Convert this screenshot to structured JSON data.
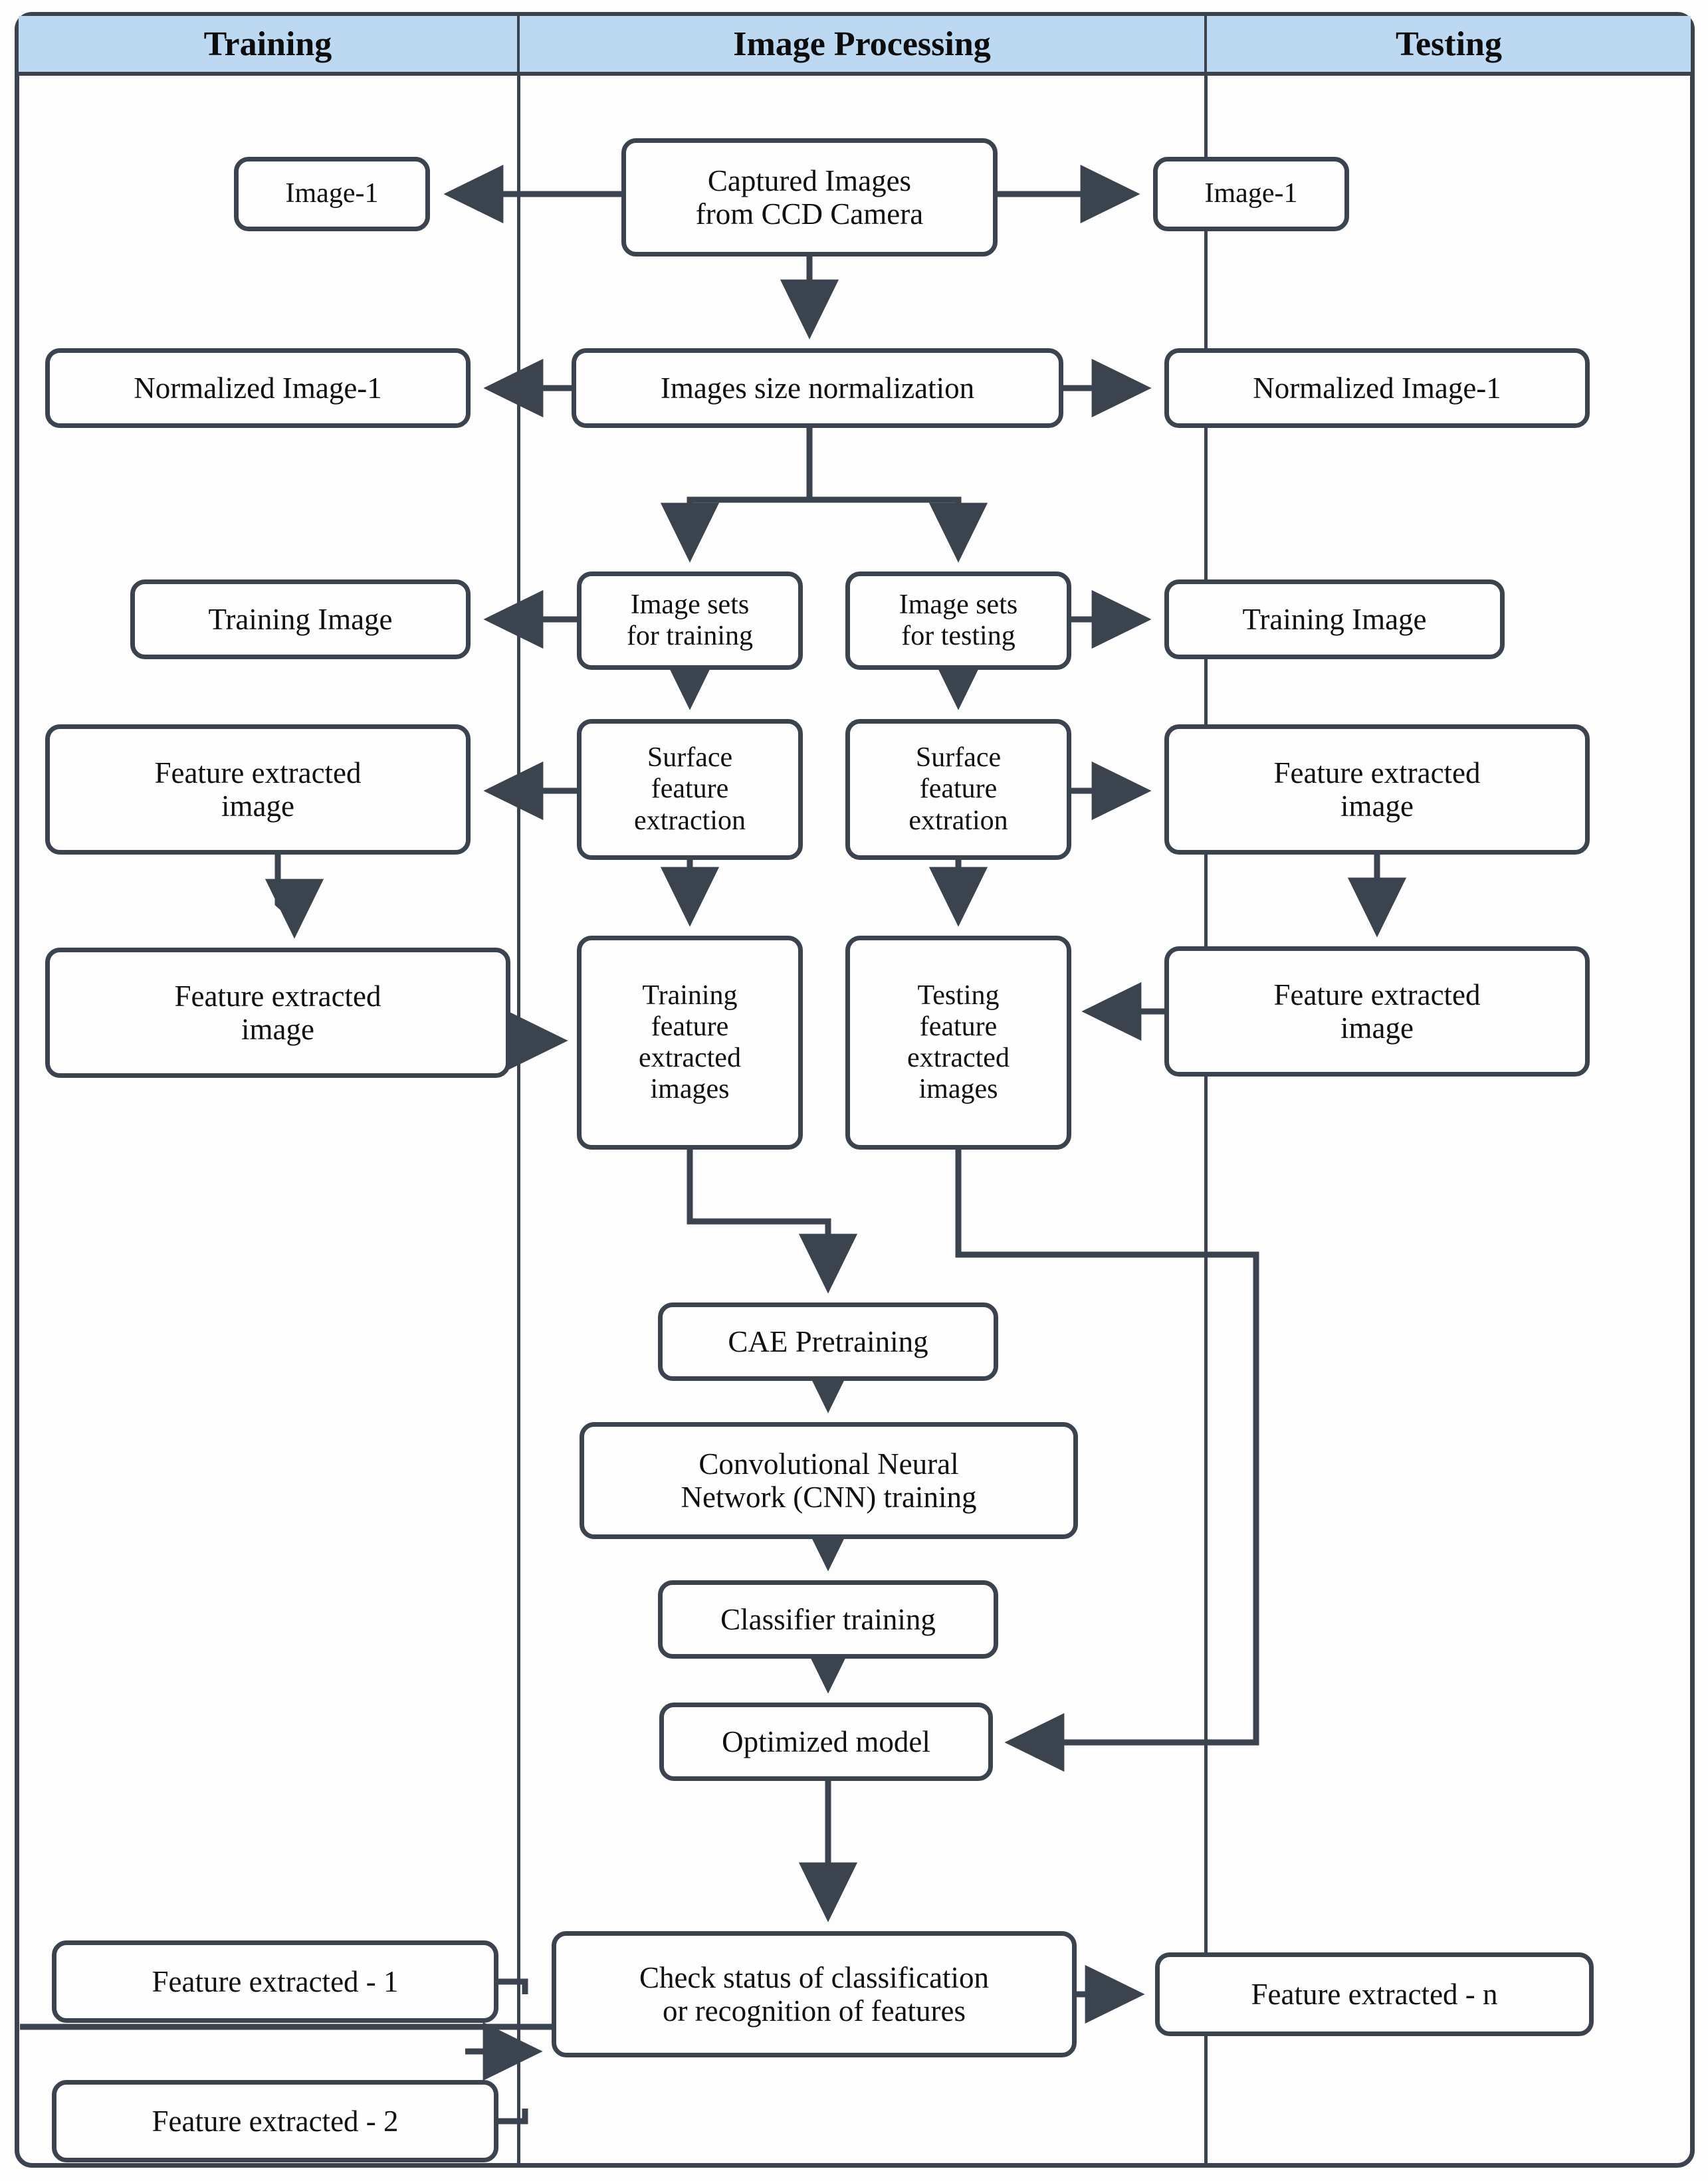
{
  "diagram": {
    "title_bar": {
      "lanes": [
        {
          "id": "training",
          "label": "Training"
        },
        {
          "id": "image_processing",
          "label": "Image Processing"
        },
        {
          "id": "testing",
          "label": "Testing"
        }
      ],
      "background_color": "#bdd9f2",
      "border_color": "#3b444e"
    },
    "nodes": [
      {
        "id": "n_train_image1",
        "lane": "training",
        "label": "Image-1"
      },
      {
        "id": "n_captured",
        "lane": "image_processing",
        "label": "Captured Images\nfrom CCD Camera"
      },
      {
        "id": "n_test_image1",
        "lane": "testing",
        "label": "Image-1"
      },
      {
        "id": "n_train_norm",
        "lane": "training",
        "label": "Normalized Image-1"
      },
      {
        "id": "n_size_norm",
        "lane": "image_processing",
        "label": "Images size normalization"
      },
      {
        "id": "n_test_norm",
        "lane": "testing",
        "label": "Normalized Image-1"
      },
      {
        "id": "n_train_trimg",
        "lane": "training",
        "label": "Training Image"
      },
      {
        "id": "n_sets_training",
        "lane": "image_processing",
        "label": "Image sets\nfor training"
      },
      {
        "id": "n_sets_testing",
        "lane": "image_processing",
        "label": "Image sets\nfor testing"
      },
      {
        "id": "n_test_trimg",
        "lane": "testing",
        "label": "Training Image"
      },
      {
        "id": "n_train_feat1",
        "lane": "training",
        "label": "Feature extracted\nimage"
      },
      {
        "id": "n_surf_extraction",
        "lane": "image_processing",
        "label": "Surface\nfeature\nextraction"
      },
      {
        "id": "n_surf_extration",
        "lane": "image_processing",
        "label": "Surface\nfeature\nextration"
      },
      {
        "id": "n_test_feat1",
        "lane": "testing",
        "label": "Feature extracted\nimage"
      },
      {
        "id": "n_train_feat2",
        "lane": "training",
        "label": "Feature extracted\nimage"
      },
      {
        "id": "n_train_feat_imgs",
        "lane": "image_processing",
        "label": "Training\nfeature\nextracted\nimages"
      },
      {
        "id": "n_test_feat_imgs",
        "lane": "image_processing",
        "label": "Testing\nfeature\nextracted\nimages"
      },
      {
        "id": "n_test_feat2",
        "lane": "testing",
        "label": "Feature extracted\nimage"
      },
      {
        "id": "n_cae",
        "lane": "image_processing",
        "label": "CAE Pretraining"
      },
      {
        "id": "n_cnn",
        "lane": "image_processing",
        "label": "Convolutional Neural\nNetwork (CNN) training"
      },
      {
        "id": "n_classifier",
        "lane": "image_processing",
        "label": "Classifier training"
      },
      {
        "id": "n_optimized",
        "lane": "image_processing",
        "label": "Optimized model"
      },
      {
        "id": "n_feat_ext_1",
        "lane": "training",
        "label": "Feature extracted - 1"
      },
      {
        "id": "n_feat_ext_2",
        "lane": "training",
        "label": "Feature extracted - 2"
      },
      {
        "id": "n_check_status",
        "lane": "image_processing",
        "label": "Check status of classification\nor recognition of features"
      },
      {
        "id": "n_feat_ext_n",
        "lane": "testing",
        "label": "Feature extracted - n"
      }
    ],
    "edges": [
      {
        "from": "n_captured",
        "to": "n_train_image1",
        "type": "arrow-left"
      },
      {
        "from": "n_captured",
        "to": "n_test_image1",
        "type": "arrow-right"
      },
      {
        "from": "n_captured",
        "to": "n_size_norm",
        "type": "arrow-down"
      },
      {
        "from": "n_size_norm",
        "to": "n_train_norm",
        "type": "arrow-left"
      },
      {
        "from": "n_size_norm",
        "to": "n_test_norm",
        "type": "arrow-right"
      },
      {
        "from": "n_size_norm",
        "to": "n_sets_training",
        "type": "split-down"
      },
      {
        "from": "n_size_norm",
        "to": "n_sets_testing",
        "type": "split-down"
      },
      {
        "from": "n_sets_training",
        "to": "n_train_trimg",
        "type": "arrow-left"
      },
      {
        "from": "n_sets_testing",
        "to": "n_test_trimg",
        "type": "arrow-right"
      },
      {
        "from": "n_sets_training",
        "to": "n_surf_extraction",
        "type": "arrow-down"
      },
      {
        "from": "n_sets_testing",
        "to": "n_surf_extration",
        "type": "arrow-down"
      },
      {
        "from": "n_surf_extraction",
        "to": "n_train_feat1",
        "type": "arrow-left"
      },
      {
        "from": "n_surf_extration",
        "to": "n_test_feat1",
        "type": "arrow-right"
      },
      {
        "from": "n_surf_extraction",
        "to": "n_train_feat_imgs",
        "type": "arrow-down"
      },
      {
        "from": "n_surf_extration",
        "to": "n_test_feat_imgs",
        "type": "arrow-down"
      },
      {
        "from": "n_train_feat1",
        "to": "n_train_feat2",
        "type": "arrow-down-jog"
      },
      {
        "from": "n_test_feat1",
        "to": "n_test_feat2",
        "type": "arrow-down"
      },
      {
        "from": "n_train_feat2",
        "to": "n_train_feat_imgs",
        "type": "arrow-right"
      },
      {
        "from": "n_test_feat2",
        "to": "n_test_feat_imgs",
        "type": "arrow-left"
      },
      {
        "from": "n_train_feat_imgs",
        "to": "n_cae",
        "type": "elbow-down"
      },
      {
        "from": "n_test_feat_imgs",
        "to": "n_optimized",
        "type": "elbow-around-right"
      },
      {
        "from": "n_cae",
        "to": "n_cnn",
        "type": "arrow-down"
      },
      {
        "from": "n_cnn",
        "to": "n_classifier",
        "type": "arrow-down"
      },
      {
        "from": "n_classifier",
        "to": "n_optimized",
        "type": "arrow-down"
      },
      {
        "from": "n_optimized",
        "to": "n_check_status",
        "type": "arrow-down"
      },
      {
        "from": "n_feat_ext_1",
        "to": "n_check_status",
        "type": "merge-arrow-right"
      },
      {
        "from": "n_feat_ext_2",
        "to": "n_check_status",
        "type": "merge-arrow-right"
      },
      {
        "from": "n_check_status",
        "to": "n_feat_ext_n",
        "type": "arrow-right"
      }
    ],
    "colors": {
      "line": "#3b444e",
      "header_fill": "#bdd9f2",
      "node_fill": "#fefefe",
      "text": "#101010"
    }
  }
}
